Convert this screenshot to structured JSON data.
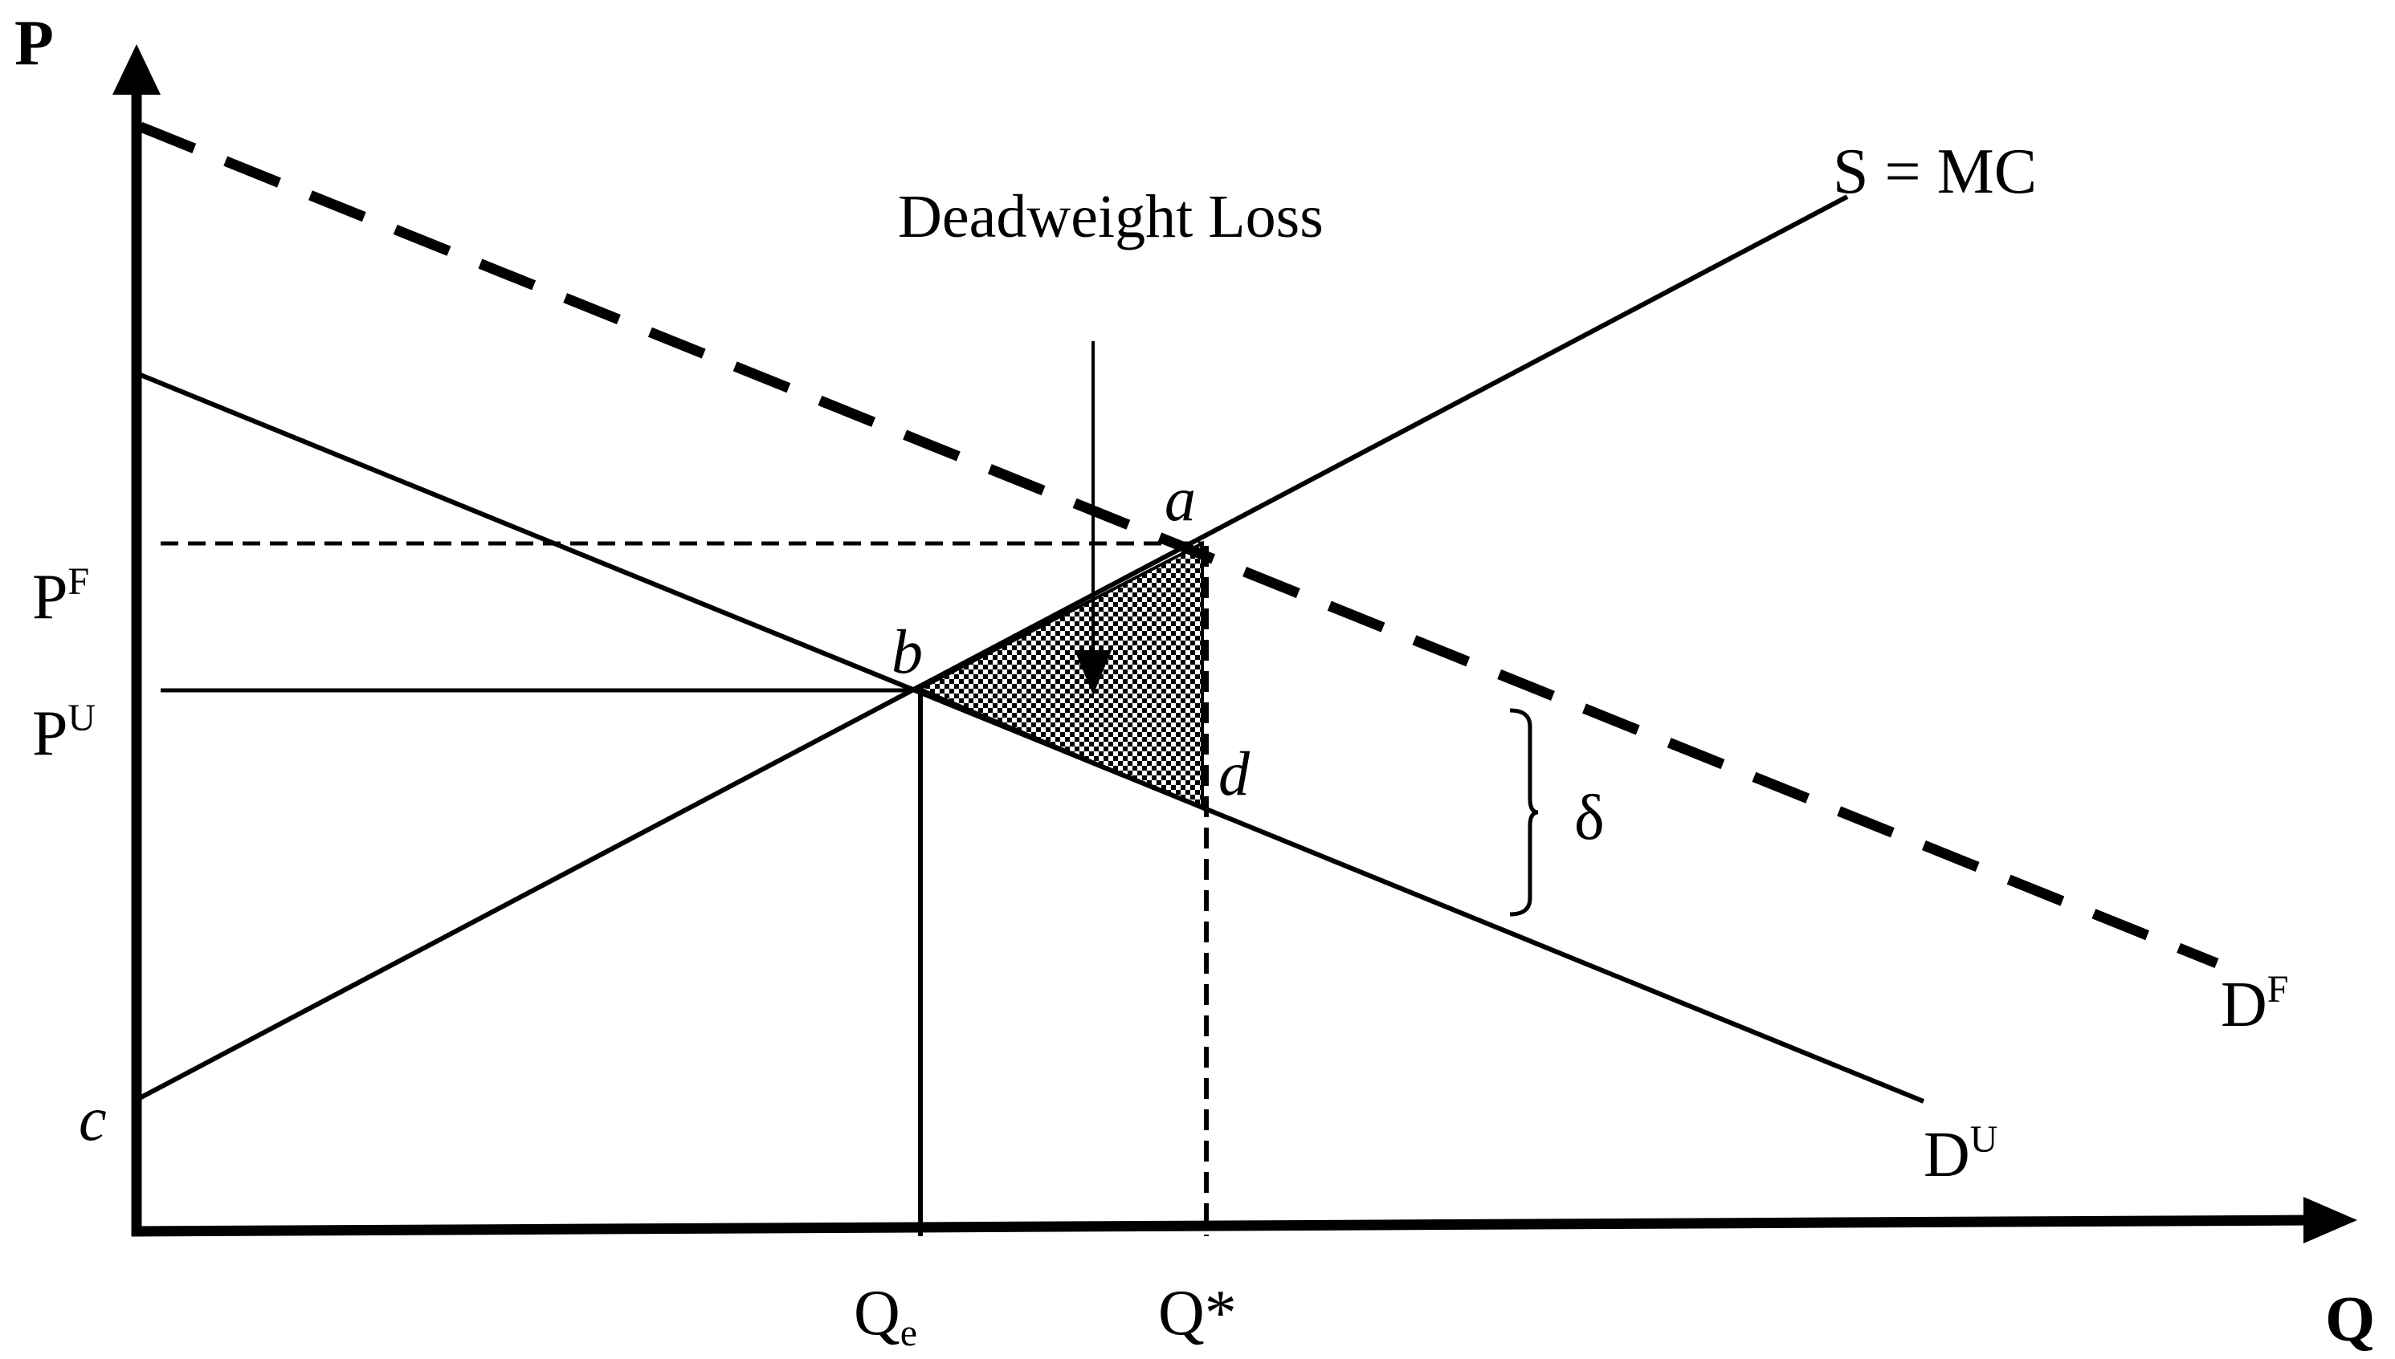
{
  "axes": {
    "y_label": "P",
    "x_label": "Q"
  },
  "price_labels": {
    "pf_main": "P",
    "pf_sup": "F",
    "pu_main": "P",
    "pu_sup": "U"
  },
  "quantity_labels": {
    "qe_main": "Q",
    "qe_sub": "e",
    "qstar": "Q*"
  },
  "curves": {
    "supply": "S = MC",
    "df_main": "D",
    "df_sup": "F",
    "du_main": "D",
    "du_sup": "U"
  },
  "points": {
    "a": "a",
    "b": "b",
    "c": "c",
    "d": "d"
  },
  "annotations": {
    "deadweight_loss": "Deadweight Loss",
    "delta": "δ"
  },
  "colors": {
    "ink": "#000000",
    "background": "#ffffff"
  }
}
